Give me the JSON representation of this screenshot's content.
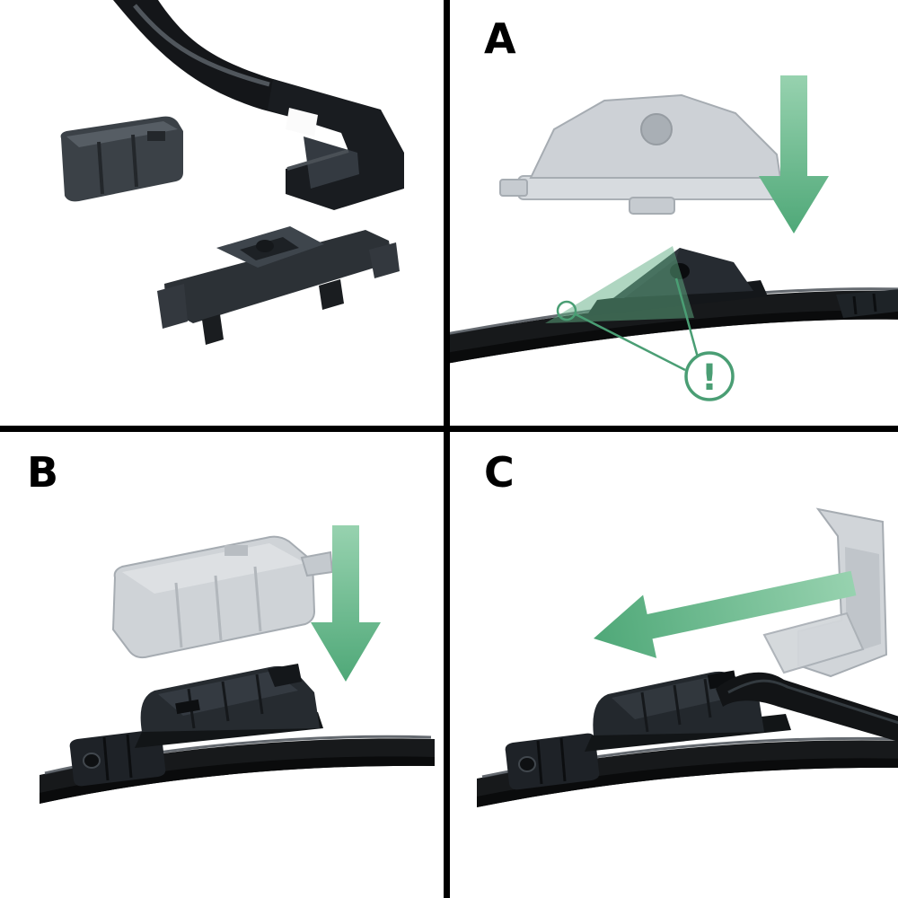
{
  "figure": {
    "type": "instructional-diagram",
    "subject": "windshield wiper blade adapter installation steps",
    "background": "#ffffff",
    "divider_color": "#000000"
  },
  "panels": {
    "parts": {
      "label": ""
    },
    "a": {
      "label": "A"
    },
    "b": {
      "label": "B"
    },
    "c": {
      "label": "C"
    }
  },
  "warning": {
    "mark": "!",
    "color": "#4a9e74"
  },
  "icons": {
    "warning": "exclamation-in-circle",
    "arrow_down": "green-down-arrow",
    "arrow_left": "green-left-arrow"
  },
  "colors": {
    "arrow_green_light": "#97d2af",
    "arrow_green_dark": "#4fa878",
    "part_black": "#17191b",
    "part_gray": "#3a4046",
    "ghost_gray": "#cdd1d6",
    "ghost_outline": "#a6acb2"
  }
}
